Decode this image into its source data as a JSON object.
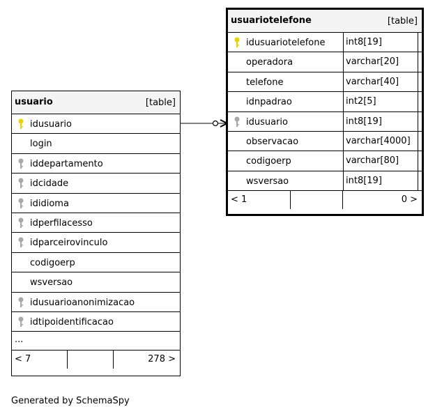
{
  "tables": {
    "usuario": {
      "name": "usuario",
      "kind": "[table]",
      "columns": [
        {
          "name": "idusuario",
          "key": "primary"
        },
        {
          "name": "login",
          "key": "none"
        },
        {
          "name": "iddepartamento",
          "key": "foreign"
        },
        {
          "name": "idcidade",
          "key": "foreign"
        },
        {
          "name": "ididioma",
          "key": "foreign"
        },
        {
          "name": "idperfilacesso",
          "key": "foreign"
        },
        {
          "name": "idparceirovinculo",
          "key": "foreign"
        },
        {
          "name": "codigoerp",
          "key": "none"
        },
        {
          "name": "wsversao",
          "key": "none"
        },
        {
          "name": "idusuarioanonimizacao",
          "key": "foreign"
        },
        {
          "name": "idtipoidentificacao",
          "key": "foreign"
        }
      ],
      "more": "...",
      "footer": {
        "left": "< 7",
        "right": "278 >"
      }
    },
    "usuariotelefone": {
      "name": "usuariotelefone",
      "kind": "[table]",
      "columns": [
        {
          "name": "idusuariotelefone",
          "type": "int8[19]",
          "key": "primary"
        },
        {
          "name": "operadora",
          "type": "varchar[20]",
          "key": "none"
        },
        {
          "name": "telefone",
          "type": "varchar[40]",
          "key": "none"
        },
        {
          "name": "idnpadrao",
          "type": "int2[5]",
          "key": "none"
        },
        {
          "name": "idusuario",
          "type": "int8[19]",
          "key": "foreign"
        },
        {
          "name": "observacao",
          "type": "varchar[4000]",
          "key": "none"
        },
        {
          "name": "codigoerp",
          "type": "varchar[80]",
          "key": "none"
        },
        {
          "name": "wsversao",
          "type": "int8[19]",
          "key": "none"
        }
      ],
      "footer": {
        "left": "< 1",
        "right": "0 >"
      }
    }
  },
  "colors": {
    "primary_key": "#e8d400",
    "foreign_key": "#a8a8a8",
    "header_bg": "#f4f4f4"
  },
  "credit": "Generated by SchemaSpy"
}
